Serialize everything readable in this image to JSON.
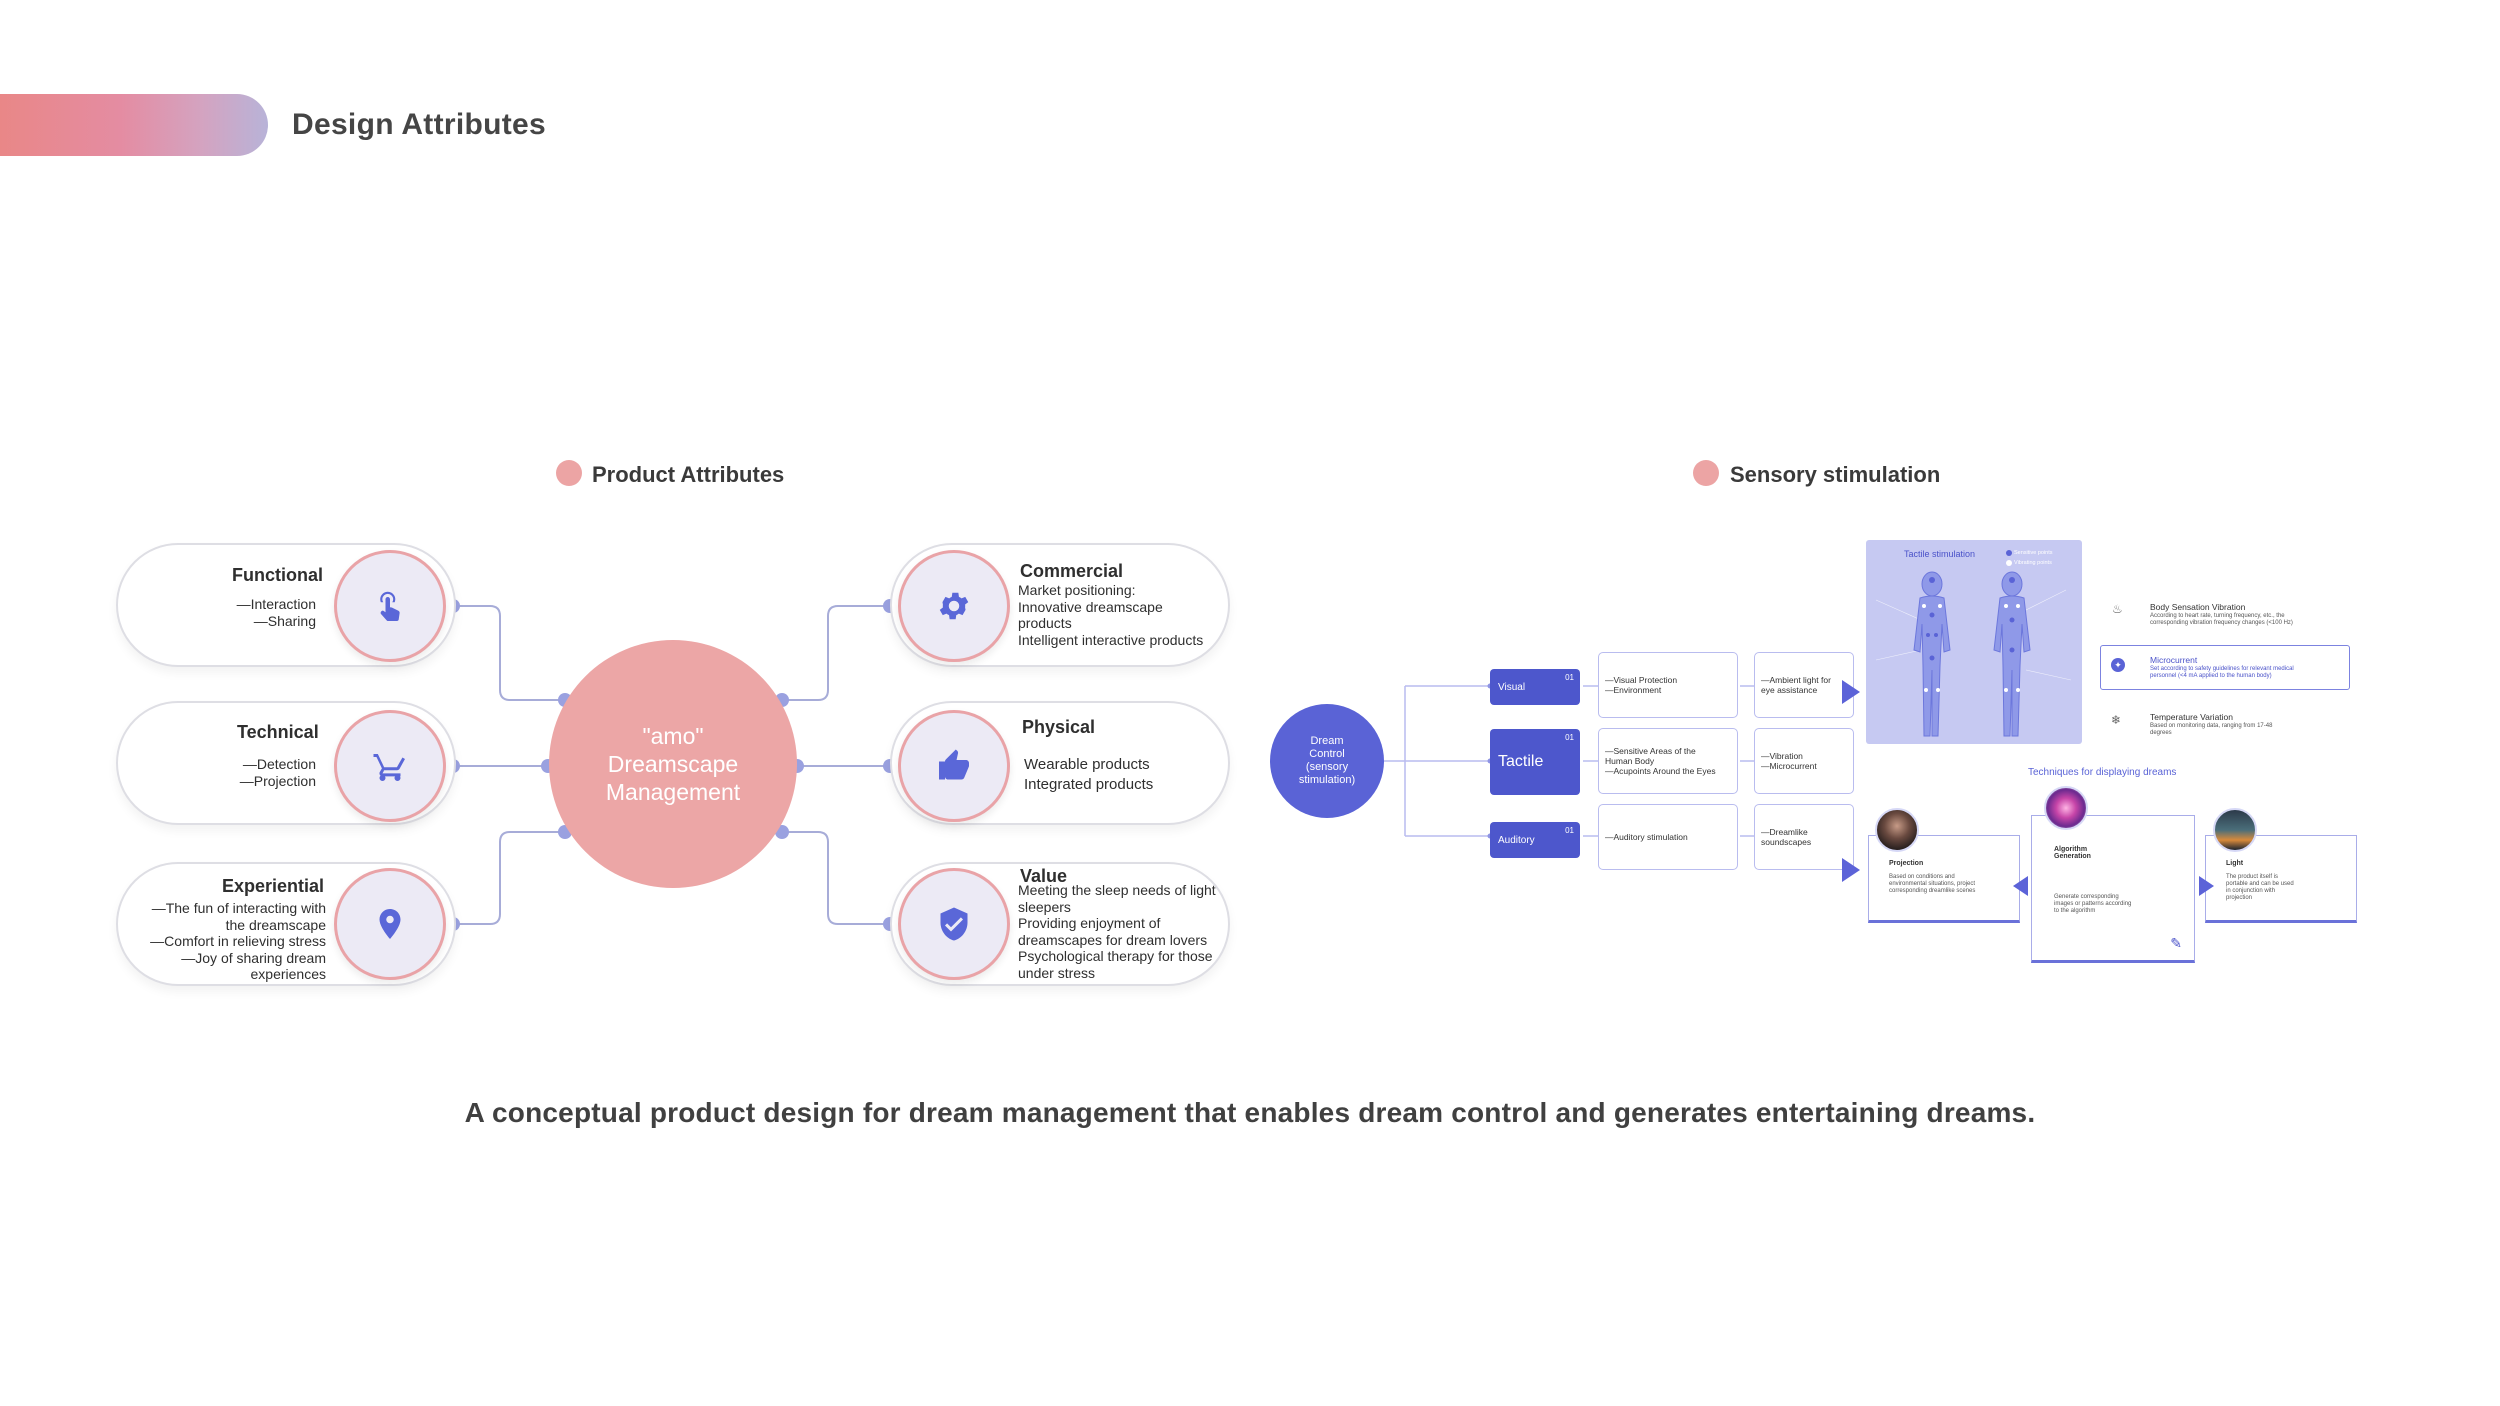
{
  "header": {
    "title": "Design Attributes"
  },
  "product": {
    "section_title": "Product Attributes",
    "hub": {
      "line1": "\"amo\"",
      "line2": "Dreamscape",
      "line3": "Management"
    },
    "functional": {
      "title": "Functional",
      "text": "—Interaction\n—Sharing",
      "icon": "touch-icon"
    },
    "technical": {
      "title": "Technical",
      "text": "—Detection\n—Projection",
      "icon": "cart-icon"
    },
    "experiential": {
      "title": "Experiential",
      "text": "—The fun of interacting with\nthe dreamscape\n—Comfort in relieving stress\n—Joy of sharing dream\nexperiences",
      "icon": "location-icon"
    },
    "commercial": {
      "title": "Commercial",
      "text": "Market positioning:\nInnovative dreamscape\nproducts\nIntelligent interactive products",
      "icon": "gear-icon"
    },
    "physical": {
      "title": "Physical",
      "text": "Wearable products\nIntegrated products",
      "icon": "thumbs-up-icon"
    },
    "value": {
      "title": "Value",
      "text": "Meeting the sleep needs of light\nsleepers\nProviding enjoyment of\ndreamscapes for dream lovers\nPsychological therapy for those\nunder stress",
      "icon": "shield-check-icon"
    },
    "accent": "#5a67d8",
    "hub_color": "#eca6a6"
  },
  "sensory": {
    "section_title": "Sensory stimulation",
    "dream_control": "Dream\nControl\n(sensory\nstimulation)",
    "rows": [
      {
        "label": "Visual",
        "num": "01",
        "mid": "—Visual Protection\n—Environment",
        "out": "—Ambient light for\neye assistance"
      },
      {
        "label": "Tactile",
        "num": "01",
        "mid": "—Sensitive Areas of the\nHuman Body\n—Acupoints Around the Eyes",
        "out": "—Vibration\n—Microcurrent"
      },
      {
        "label": "Auditory",
        "num": "01",
        "mid": "—Auditory stimulation",
        "out": "—Dreamlike\nsoundscapes"
      }
    ],
    "tactile_panel": {
      "title": "Tactile stimulation",
      "legend1": "Sensitive points",
      "legend2": "Vibrating points"
    },
    "info": [
      {
        "title": "Body Sensation Vibration",
        "desc": "According to heart rate, turning frequency, etc., the\ncorresponding vibration frequency changes (<100 Hz)",
        "icon": "vibration-icon"
      },
      {
        "title": "Microcurrent",
        "desc": "Set according to safety guidelines for relevant medical\npersonnel (<4 mA applied to the human body)",
        "icon": "microcurrent-icon"
      },
      {
        "title": "Temperature Variation",
        "desc": "Based on monitoring data, ranging from 17-48\ndegrees",
        "icon": "temperature-icon"
      }
    ],
    "techniques_title": "Techniques for displaying dreams",
    "techniques": [
      {
        "title": "Projection",
        "desc": "Based on conditions and\nenvironmental situations, project\ncorresponding dreamlike scenes"
      },
      {
        "title": "Algorithm\nGeneration",
        "desc": "Generate corresponding\nimages or patterns according\nto the algorithm"
      },
      {
        "title": "Light",
        "desc": "The product itself is\nportable and can be used\nin conjunction with\nprojection"
      }
    ],
    "accent": "#5a63d6"
  },
  "caption": "A conceptual product design for dream management that enables dream control and generates entertaining dreams."
}
